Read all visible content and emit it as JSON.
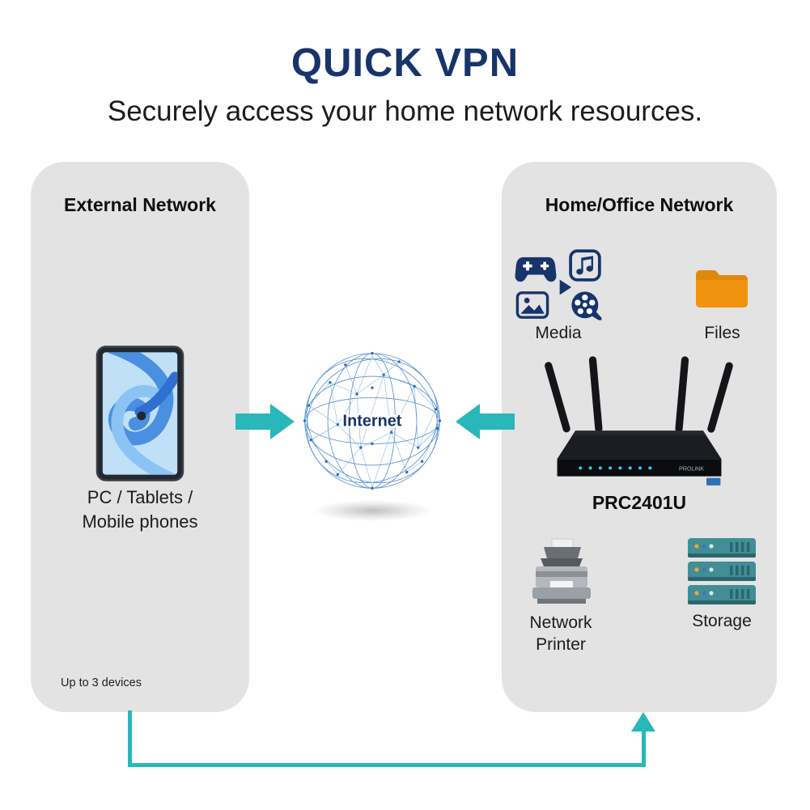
{
  "header": {
    "title": "QUICK VPN",
    "subtitle": "Securely access your home network resources."
  },
  "external_panel": {
    "heading": "External Network",
    "device_caption": "PC / Tablets / Mobile phones",
    "footnote": "Up to 3 devices"
  },
  "internet": {
    "label": "Internet"
  },
  "home_panel": {
    "heading": "Home/Office Network",
    "media_label": "Media",
    "files_label": "Files",
    "router_model": "PRC2401U",
    "router_brand": "PROLiNK",
    "printer_label": "Network Printer",
    "storage_label": "Storage"
  },
  "icons": [
    "gamepad-icon",
    "music-icon",
    "play-icon",
    "picture-icon",
    "film-reel-icon",
    "folder-icon",
    "router-image",
    "printer-icon",
    "storage-icon",
    "tablet-image",
    "internet-globe",
    "arrow-right-icon",
    "arrow-left-icon",
    "up-arrow-icon"
  ],
  "colors": {
    "navy": "#17356b",
    "teal": "#29b7ba",
    "panel_gray": "#e3e3e3",
    "folder_orange": "#ef9412",
    "storage_teal": "#418e96",
    "globe_line_blue": "#5b93cf"
  }
}
